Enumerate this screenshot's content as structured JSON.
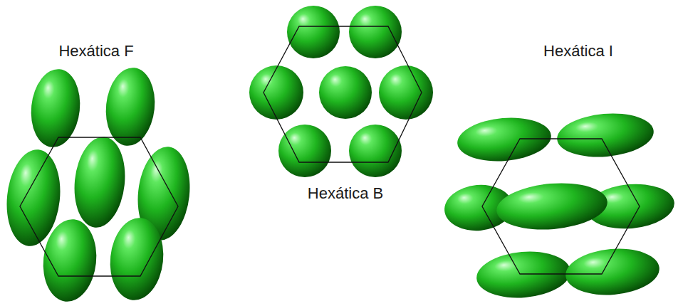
{
  "diagram": {
    "labels": [
      "Hexática F",
      "Hexática B",
      "Hexática I"
    ]
  }
}
